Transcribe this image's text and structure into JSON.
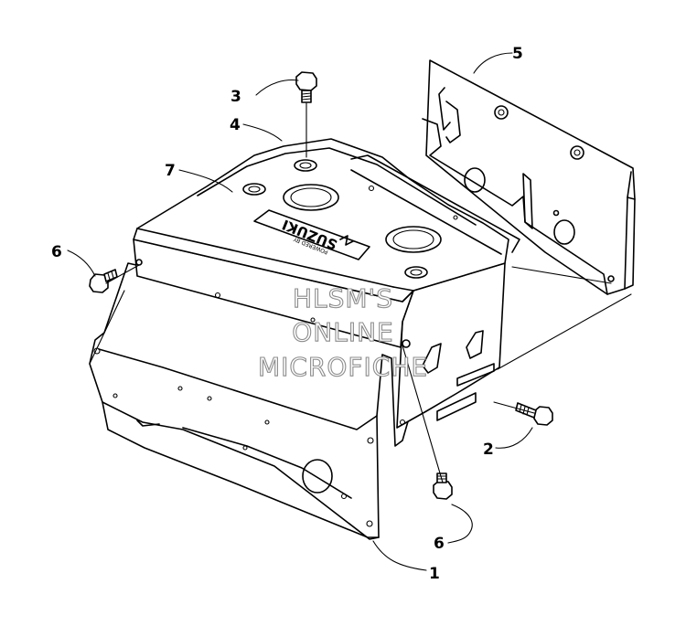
{
  "diagram": {
    "callouts": [
      {
        "id": "1",
        "label": "1"
      },
      {
        "id": "2",
        "label": "2"
      },
      {
        "id": "3",
        "label": "3"
      },
      {
        "id": "4",
        "label": "4"
      },
      {
        "id": "5",
        "label": "5"
      },
      {
        "id": "6a",
        "label": "6"
      },
      {
        "id": "6b",
        "label": "6"
      },
      {
        "id": "7",
        "label": "7"
      }
    ],
    "logo": {
      "brand": "SUZUKI",
      "tagline": "POWERED BY"
    },
    "watermark": {
      "line1": "HLSM'S",
      "line2": "ONLINE",
      "line3": "MICROFICHE"
    }
  }
}
